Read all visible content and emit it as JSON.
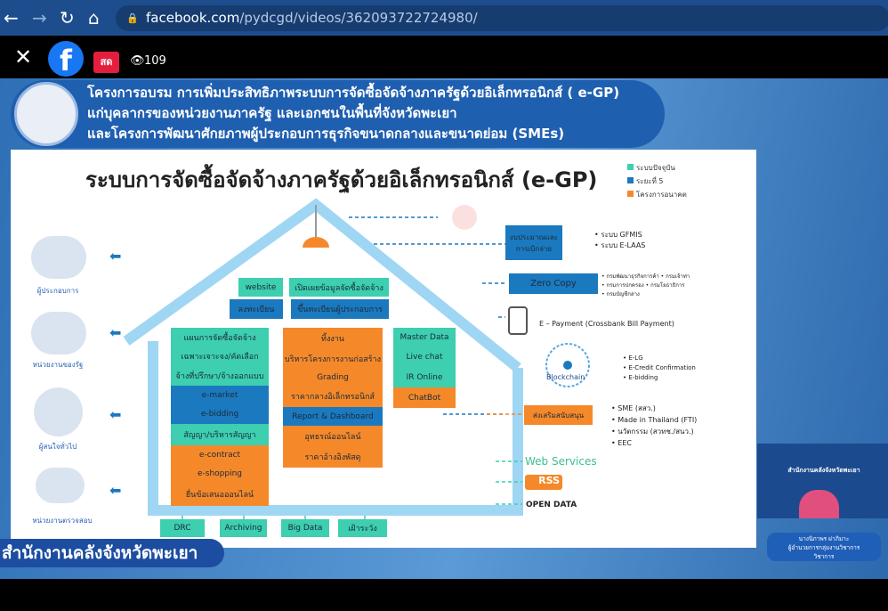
{
  "browser": {
    "url_domain": "facebook.com",
    "url_path": "/pydcgd/videos/362093722724980/"
  },
  "fb": {
    "live_badge": "สด",
    "viewers": "109"
  },
  "banner": {
    "lines": [
      "โครงการอบรม การเพิ่มประสิทธิภาพระบบการจัดซื้อจัดจ้างภาครัฐด้วยอิเล็กทรอนิกส์ ( e-GP)",
      "แก่บุคลากรของหน่วยงานภาครัฐ และเอกชนในพื้นที่จังหวัดพะเยา",
      "และโครงการพัฒนาศักยภาพผู้ประกอบการธุรกิจขนาดกลางและขนาดย่อม (SMEs)"
    ]
  },
  "slide": {
    "title": "ระบบการจัดซื้อจัดจ้างภาครัฐด้วยอิเล็กทรอนิกส์ (e-GP)",
    "legend": [
      {
        "label": "ระบบปัจจุบัน",
        "color": "#3dcfaf"
      },
      {
        "label": "ระยะที่ 5",
        "color": "#1b79bf"
      },
      {
        "label": "โครงการอนาคต",
        "color": "#f5892a"
      }
    ],
    "stakeholders": [
      "ผู้ประกอบการ",
      "หน่วยงานของรัฐ",
      "ผู้สนใจทั่วไป",
      "หน่วยงานตรวจสอบ"
    ],
    "top": {
      "website": "website",
      "disclose": "เปิดเผยข้อมูลจัดซื้อจัดจ้าง",
      "register": "ลงทะเบียน",
      "vendor_reg": "ขึ้นทะเบียนผู้ประกอบการ"
    },
    "left_col": [
      "แผนการจัดซื้อจัดจ้าง",
      "เฉพาะเจาะจง/คัดเลือก",
      "จ้างที่ปรึกษา/จ้างออกแบบ",
      "e-market",
      "e-bidding",
      "สัญญา/บริหารสัญญา",
      "e-contract",
      "e-shopping",
      "ยื่นข้อเสนอออนไลน์"
    ],
    "mid_col": [
      "ทิ้งงาน",
      "บริหารโครงการงานก่อสร้าง",
      "Grading",
      "ราคากลางอิเล็กทรอนิกส์",
      "Report & Dashboard",
      "อุทธรณ์ออนไลน์",
      "ราคาอ้างอิงพัสดุ"
    ],
    "right_col": [
      "Master Data",
      "Live chat",
      "IR Online",
      "ChatBot"
    ],
    "bottom": [
      "DRC",
      "Archiving",
      "Big Data",
      "เฝ้าระวัง"
    ],
    "budget": "งบประมาณและการเบิกจ่าย",
    "budget_items": [
      "ระบบ GFMIS",
      "ระบบ E-LAAS"
    ],
    "zero_copy": "Zero Copy",
    "zero_items": [
      "กรมพัฒนาธุรกิจการค้า",
      "กรมเจ้าท่า",
      "กรมการปกครอง",
      "กรมโยธาธิการ",
      "กรมบัญชีกลาง"
    ],
    "epayment": "E – Payment (Crossbank Bill Payment)",
    "blockchain": "Blockchain",
    "blockchain_items": [
      "E-LG",
      "E-Credit Confirmation",
      "E-bidding"
    ],
    "promote": "ส่งเสริมสนับสนุน",
    "promote_items": [
      "SME (สสว.)",
      "Made in Thailand (FTI)",
      "นวัตกรรม (สวทช./สนว.)",
      "EEC"
    ],
    "web_services": "Web Services",
    "rss": "RSS",
    "open_data": "OPEN DATA"
  },
  "caption": "สำนักงานคลังจังหวัดพะเยา",
  "cam": {
    "sign": "สำนักงานคลังจังหวัดพะเยา",
    "name": "นางนิภาพร ผ่าภิมาะ",
    "role": "ผู้อำนวยการกลุ่มงานวิชาการ",
    "role2": "วิชาการ"
  }
}
